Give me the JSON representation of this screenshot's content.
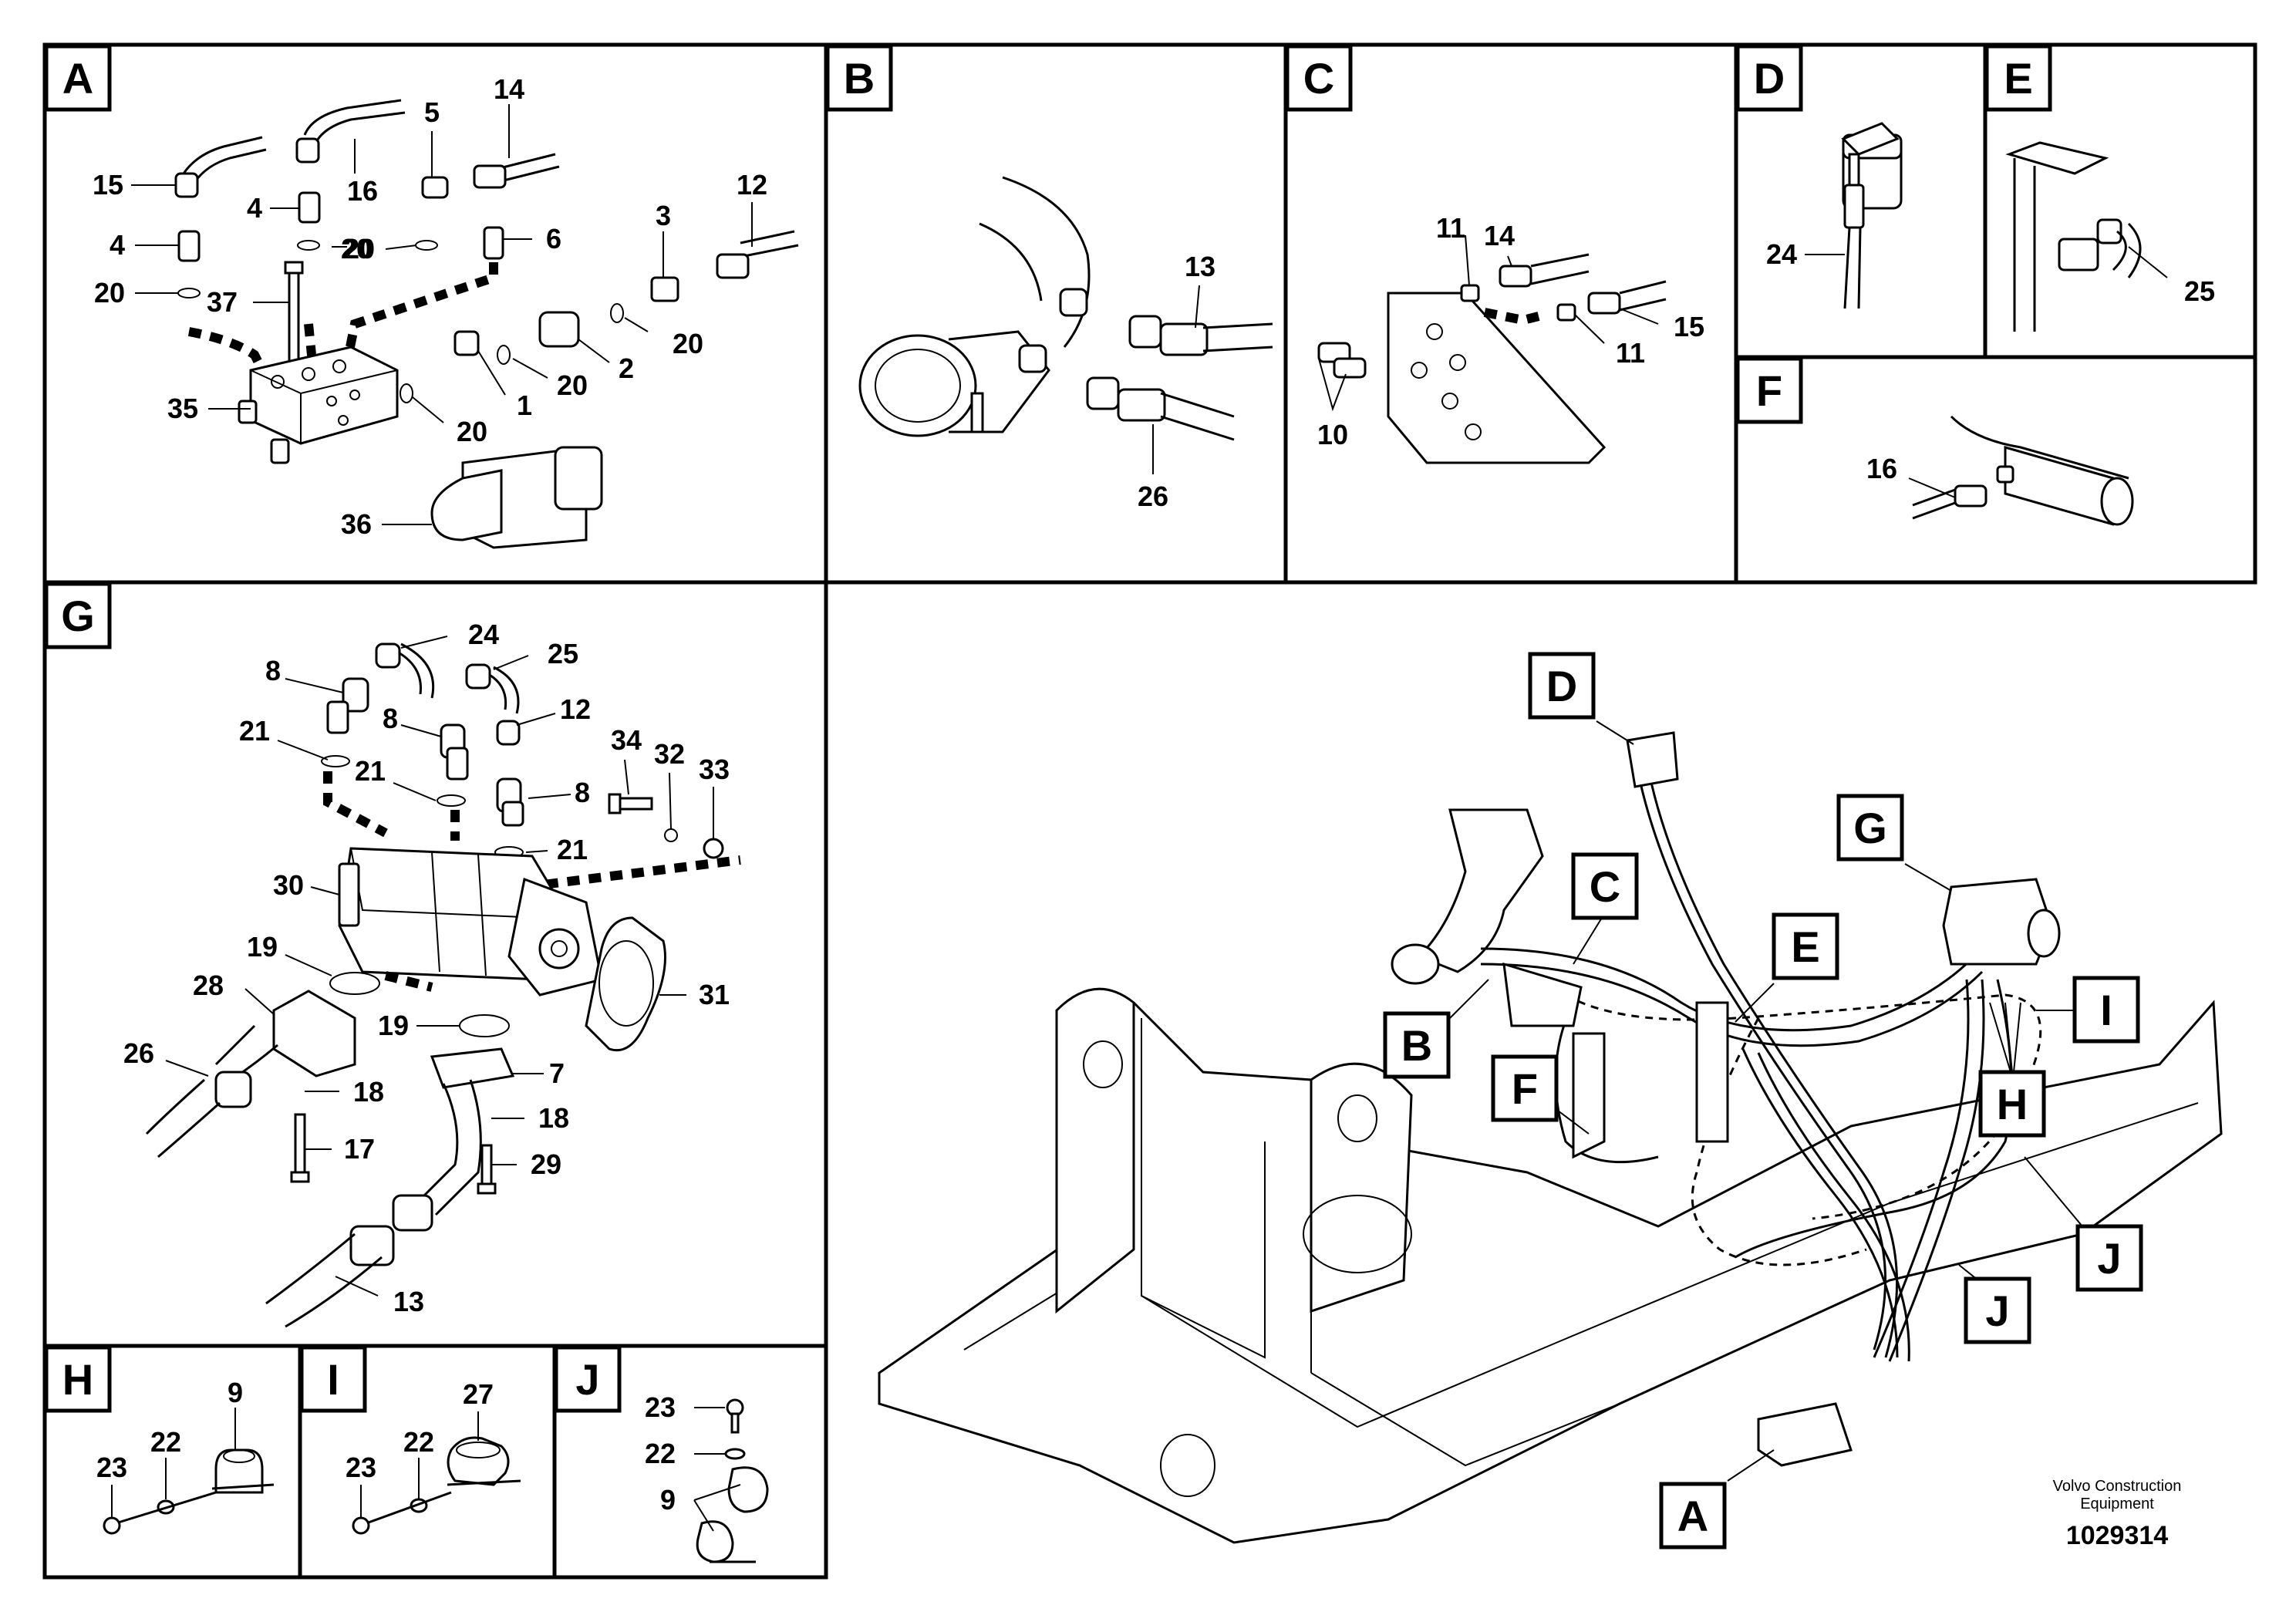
{
  "panels": {
    "A": {
      "letter": "A",
      "callouts": [
        "15",
        "16",
        "5",
        "14",
        "4",
        "20",
        "20",
        "12",
        "4",
        "6",
        "3",
        "20",
        "37",
        "20",
        "35",
        "2",
        "20",
        "1",
        "20",
        "36"
      ]
    },
    "B": {
      "letter": "B",
      "callouts": [
        "13",
        "26"
      ]
    },
    "C": {
      "letter": "C",
      "callouts": [
        "14",
        "11",
        "15",
        "11",
        "10"
      ]
    },
    "D": {
      "letter": "D",
      "callouts": [
        "24"
      ]
    },
    "E": {
      "letter": "E",
      "callouts": [
        "25"
      ]
    },
    "F": {
      "letter": "F",
      "callouts": [
        "16"
      ]
    },
    "G": {
      "letter": "G",
      "callouts": [
        "24",
        "25",
        "8",
        "8",
        "12",
        "21",
        "34",
        "32",
        "33",
        "21",
        "8",
        "21",
        "30",
        "31",
        "19",
        "28",
        "19",
        "7",
        "26",
        "18",
        "18",
        "17",
        "29",
        "13"
      ]
    },
    "H": {
      "letter": "H",
      "callouts": [
        "9",
        "22",
        "23"
      ]
    },
    "I": {
      "letter": "I",
      "callouts": [
        "27",
        "22",
        "23"
      ]
    },
    "J": {
      "letter": "J",
      "callouts": [
        "23",
        "22",
        "9"
      ]
    }
  },
  "overview": {
    "labels": [
      "D",
      "G",
      "C",
      "E",
      "I",
      "B",
      "H",
      "F",
      "J",
      "J",
      "A"
    ]
  },
  "footer": {
    "brand_line1": "Volvo Construction",
    "brand_line2": "Equipment",
    "doc_number": "1029314"
  }
}
